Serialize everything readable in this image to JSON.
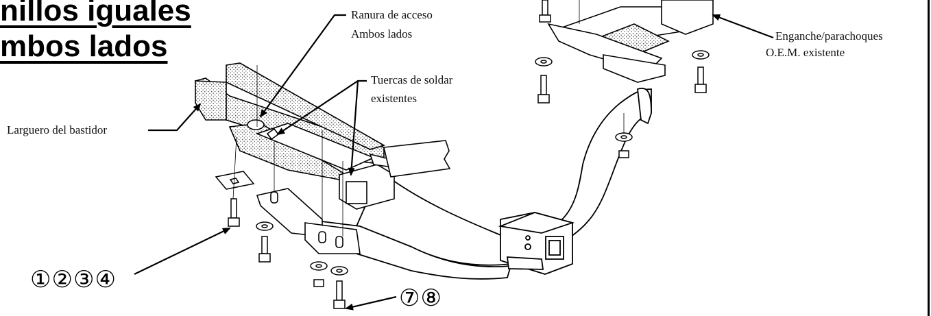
{
  "heading": {
    "line1": "nillos iguales",
    "line2": "mbos lados"
  },
  "labels": {
    "access_slot": {
      "line1": "Ranura de acceso",
      "line2": "Ambos lados"
    },
    "weld_nuts": {
      "line1": "Tuercas de soldar",
      "line2": "existentes"
    },
    "frame_rail": "Larguero del bastidor",
    "oem_hitch": {
      "line1": "Enganche/parachoques",
      "line2": "O.E.M. existente"
    }
  },
  "callouts": {
    "bolts_left": "①②③④",
    "bolts_right": "⑦⑧"
  }
}
